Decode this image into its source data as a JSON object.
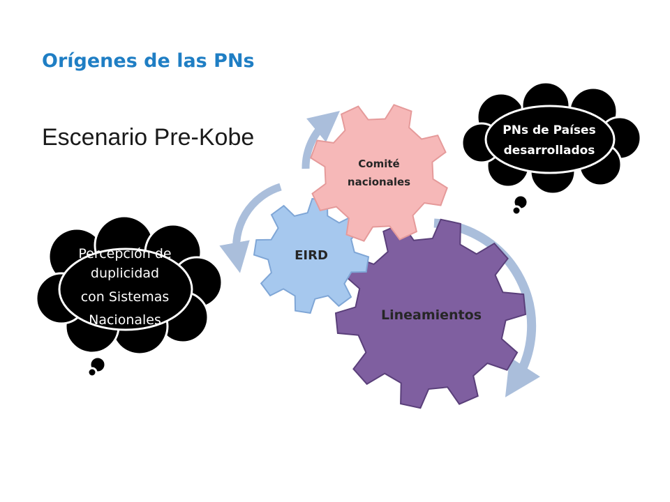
{
  "title": "Orígenes de las PNs",
  "subtitle": "Escenario Pre-Kobe",
  "gears": {
    "large": {
      "label": "Lineamientos",
      "color": "#7f5fa0"
    },
    "medium": {
      "label_lines": [
        "Comité",
        "nacionales"
      ],
      "color": "#f6b8b8"
    },
    "small": {
      "label": "EIRD",
      "color": "#a6c8ee"
    }
  },
  "clouds": {
    "left": {
      "lines": [
        "Percepción de",
        "duplicidad",
        "con Sistemas",
        "Nacionales"
      ]
    },
    "right": {
      "lines": [
        "PNs de Países",
        "desarrollados"
      ]
    }
  },
  "colors": {
    "accent": "#1f7ec4",
    "arrow": "#aabedb",
    "cloud": "#000000"
  }
}
